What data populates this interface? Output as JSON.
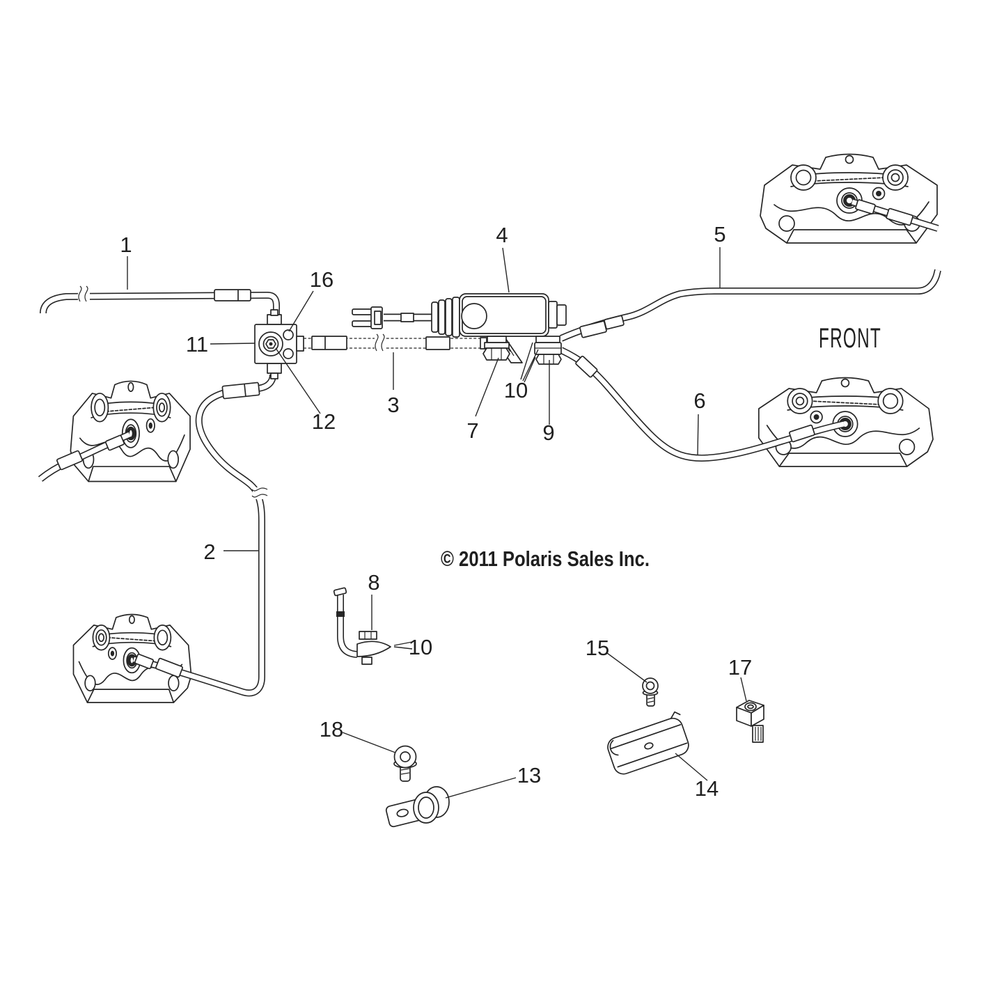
{
  "diagram": {
    "copyright": "© 2011 Polaris Sales Inc.",
    "front_label": "FRONT",
    "background_color": "#ffffff",
    "line_color": "#262626",
    "callouts": [
      {
        "num": "1"
      },
      {
        "num": "2"
      },
      {
        "num": "3"
      },
      {
        "num": "4"
      },
      {
        "num": "5"
      },
      {
        "num": "6"
      },
      {
        "num": "7"
      },
      {
        "num": "8"
      },
      {
        "num": "9"
      },
      {
        "num": "10"
      },
      {
        "num": "10"
      },
      {
        "num": "11"
      },
      {
        "num": "12"
      },
      {
        "num": "13"
      },
      {
        "num": "14"
      },
      {
        "num": "15"
      },
      {
        "num": "16"
      },
      {
        "num": "17"
      },
      {
        "num": "18"
      }
    ]
  }
}
